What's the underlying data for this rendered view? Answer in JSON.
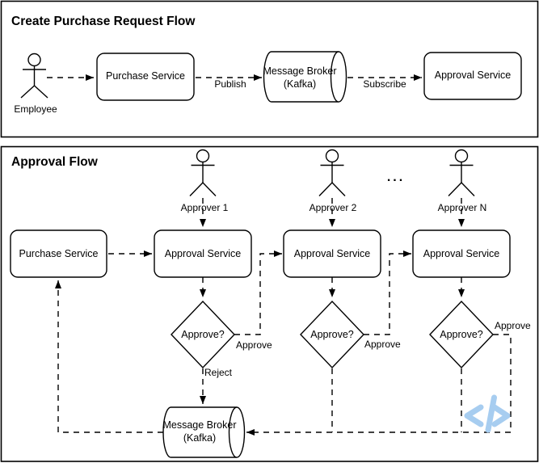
{
  "top_panel": {
    "title": "Create Purchase Request Flow",
    "employee_label": "Employee",
    "purchase_service": "Purchase Service",
    "publish_label": "Publish",
    "broker": {
      "line1": "Message Broker",
      "line2": "(Kafka)"
    },
    "subscribe_label": "Subscribe",
    "approval_service": "Approval Service"
  },
  "bottom_panel": {
    "title": "Approval Flow",
    "purchase_service": "Purchase Service",
    "ellipsis": "...",
    "columns": [
      {
        "approver": "Approver 1",
        "service": "Approval Service",
        "decision": "Approve?",
        "approve": "Approve",
        "reject": "Reject"
      },
      {
        "approver": "Approver 2",
        "service": "Approval Service",
        "decision": "Approve?",
        "approve": "Approve"
      },
      {
        "approver": "Approver N",
        "service": "Approval Service",
        "decision": "Approve?",
        "approve": "Approve"
      }
    ],
    "broker": {
      "line1": "Message Broker",
      "line2": "(Kafka)"
    }
  },
  "logo": {
    "icon": "code-brackets-slash",
    "color": "#a7cdf0"
  },
  "colors": {
    "stroke": "#000000",
    "fill": "#ffffff",
    "logo_blue": "#a7cdf0"
  }
}
